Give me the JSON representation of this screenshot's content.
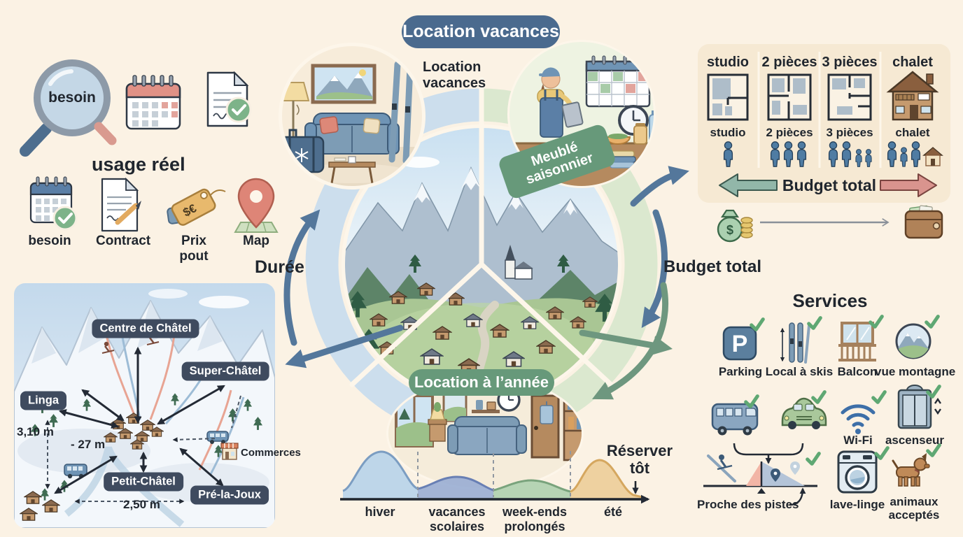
{
  "header": {
    "banner": "Location vacances"
  },
  "colors": {
    "background": "#fbf2e4",
    "banner_blue": "#4a6a8e",
    "banner_green": "#67997a",
    "map_label": "#3f4b5f",
    "arrow_blue": "#54779b",
    "arrow_green": "#6e977f",
    "check_green": "#5fa873",
    "budget_arrow_left": "#92b7a9",
    "budget_arrow_right": "#d9948e"
  },
  "left_panel": {
    "magnifier_label": "besoin",
    "heading": "usage réel",
    "criteria": [
      {
        "label": "besoin"
      },
      {
        "label": "Contract"
      },
      {
        "label": "Prix pout"
      },
      {
        "label": "Map"
      }
    ]
  },
  "glyphs": {
    "parking": "P",
    "money_bag": "$",
    "price_tag": "$€"
  },
  "axes_labels": {
    "duration": "Durée",
    "budget": "Budget total"
  },
  "wheel": {
    "segments": [
      {
        "label": "Location vacances"
      },
      {
        "label": "Meublé saisonnier"
      },
      {
        "label": "Location à l’année"
      }
    ]
  },
  "ski_map": {
    "locations": [
      {
        "name": "Centre de Châtel"
      },
      {
        "name": "Super-Châtel"
      },
      {
        "name": "Linga"
      },
      {
        "name": "Petit-Châtel"
      },
      {
        "name": "Pré-la-Joux"
      }
    ],
    "poi": {
      "label": "Commerces"
    },
    "measurements": [
      {
        "value": "3,10 m"
      },
      {
        "value": "- 27 m"
      },
      {
        "value": "2,50 m"
      }
    ]
  },
  "housing_table": {
    "columns": [
      {
        "header": "studio",
        "label": "studio",
        "occupants": {
          "adults": 1,
          "children": 0
        }
      },
      {
        "header": "2 pièces",
        "label": "2 pièces",
        "occupants": {
          "adults": 3,
          "children": 0
        }
      },
      {
        "header": "3 pièces",
        "label": "3 pièces",
        "occupants": {
          "adults": 2,
          "children": 2
        }
      },
      {
        "header": "chalet",
        "label": "chalet",
        "occupants": {
          "adults": 2,
          "children": 1
        },
        "extra_icon": "house-icon"
      }
    ],
    "budget_axis_label": "Budget total"
  },
  "services": {
    "heading": "Services",
    "row1": [
      {
        "name": "parking",
        "label": "Parking"
      },
      {
        "name": "ski-storage",
        "label": "Local à skis"
      },
      {
        "name": "balcony",
        "label": "Balcon"
      },
      {
        "name": "mountain-view",
        "label": "vue montagne"
      }
    ],
    "row2": [
      {
        "name": "bus",
        "label": ""
      },
      {
        "name": "car",
        "label": ""
      },
      {
        "name": "wifi",
        "label": "Wi-Fi"
      },
      {
        "name": "elevator",
        "label": "ascenseur"
      }
    ],
    "row3": [
      {
        "name": "near-slopes",
        "label": "Proche des pistes"
      },
      {
        "name": "washer",
        "label": "lave-linge"
      },
      {
        "name": "pets",
        "label": "animaux acceptés"
      }
    ]
  },
  "chart_data": {
    "type": "area",
    "title": "",
    "categories": [
      "hiver",
      "vacances scolaires",
      "week-ends prolongés",
      "été"
    ],
    "values": [
      100,
      47,
      40,
      82
    ],
    "ylim": [
      0,
      100
    ],
    "xlabel": "",
    "ylabel": "",
    "legend": false,
    "annotation": "Réserver tôt",
    "colors": [
      "#b7d3e9",
      "#93a9d2",
      "#aed0ae",
      "#edcf9c"
    ]
  }
}
